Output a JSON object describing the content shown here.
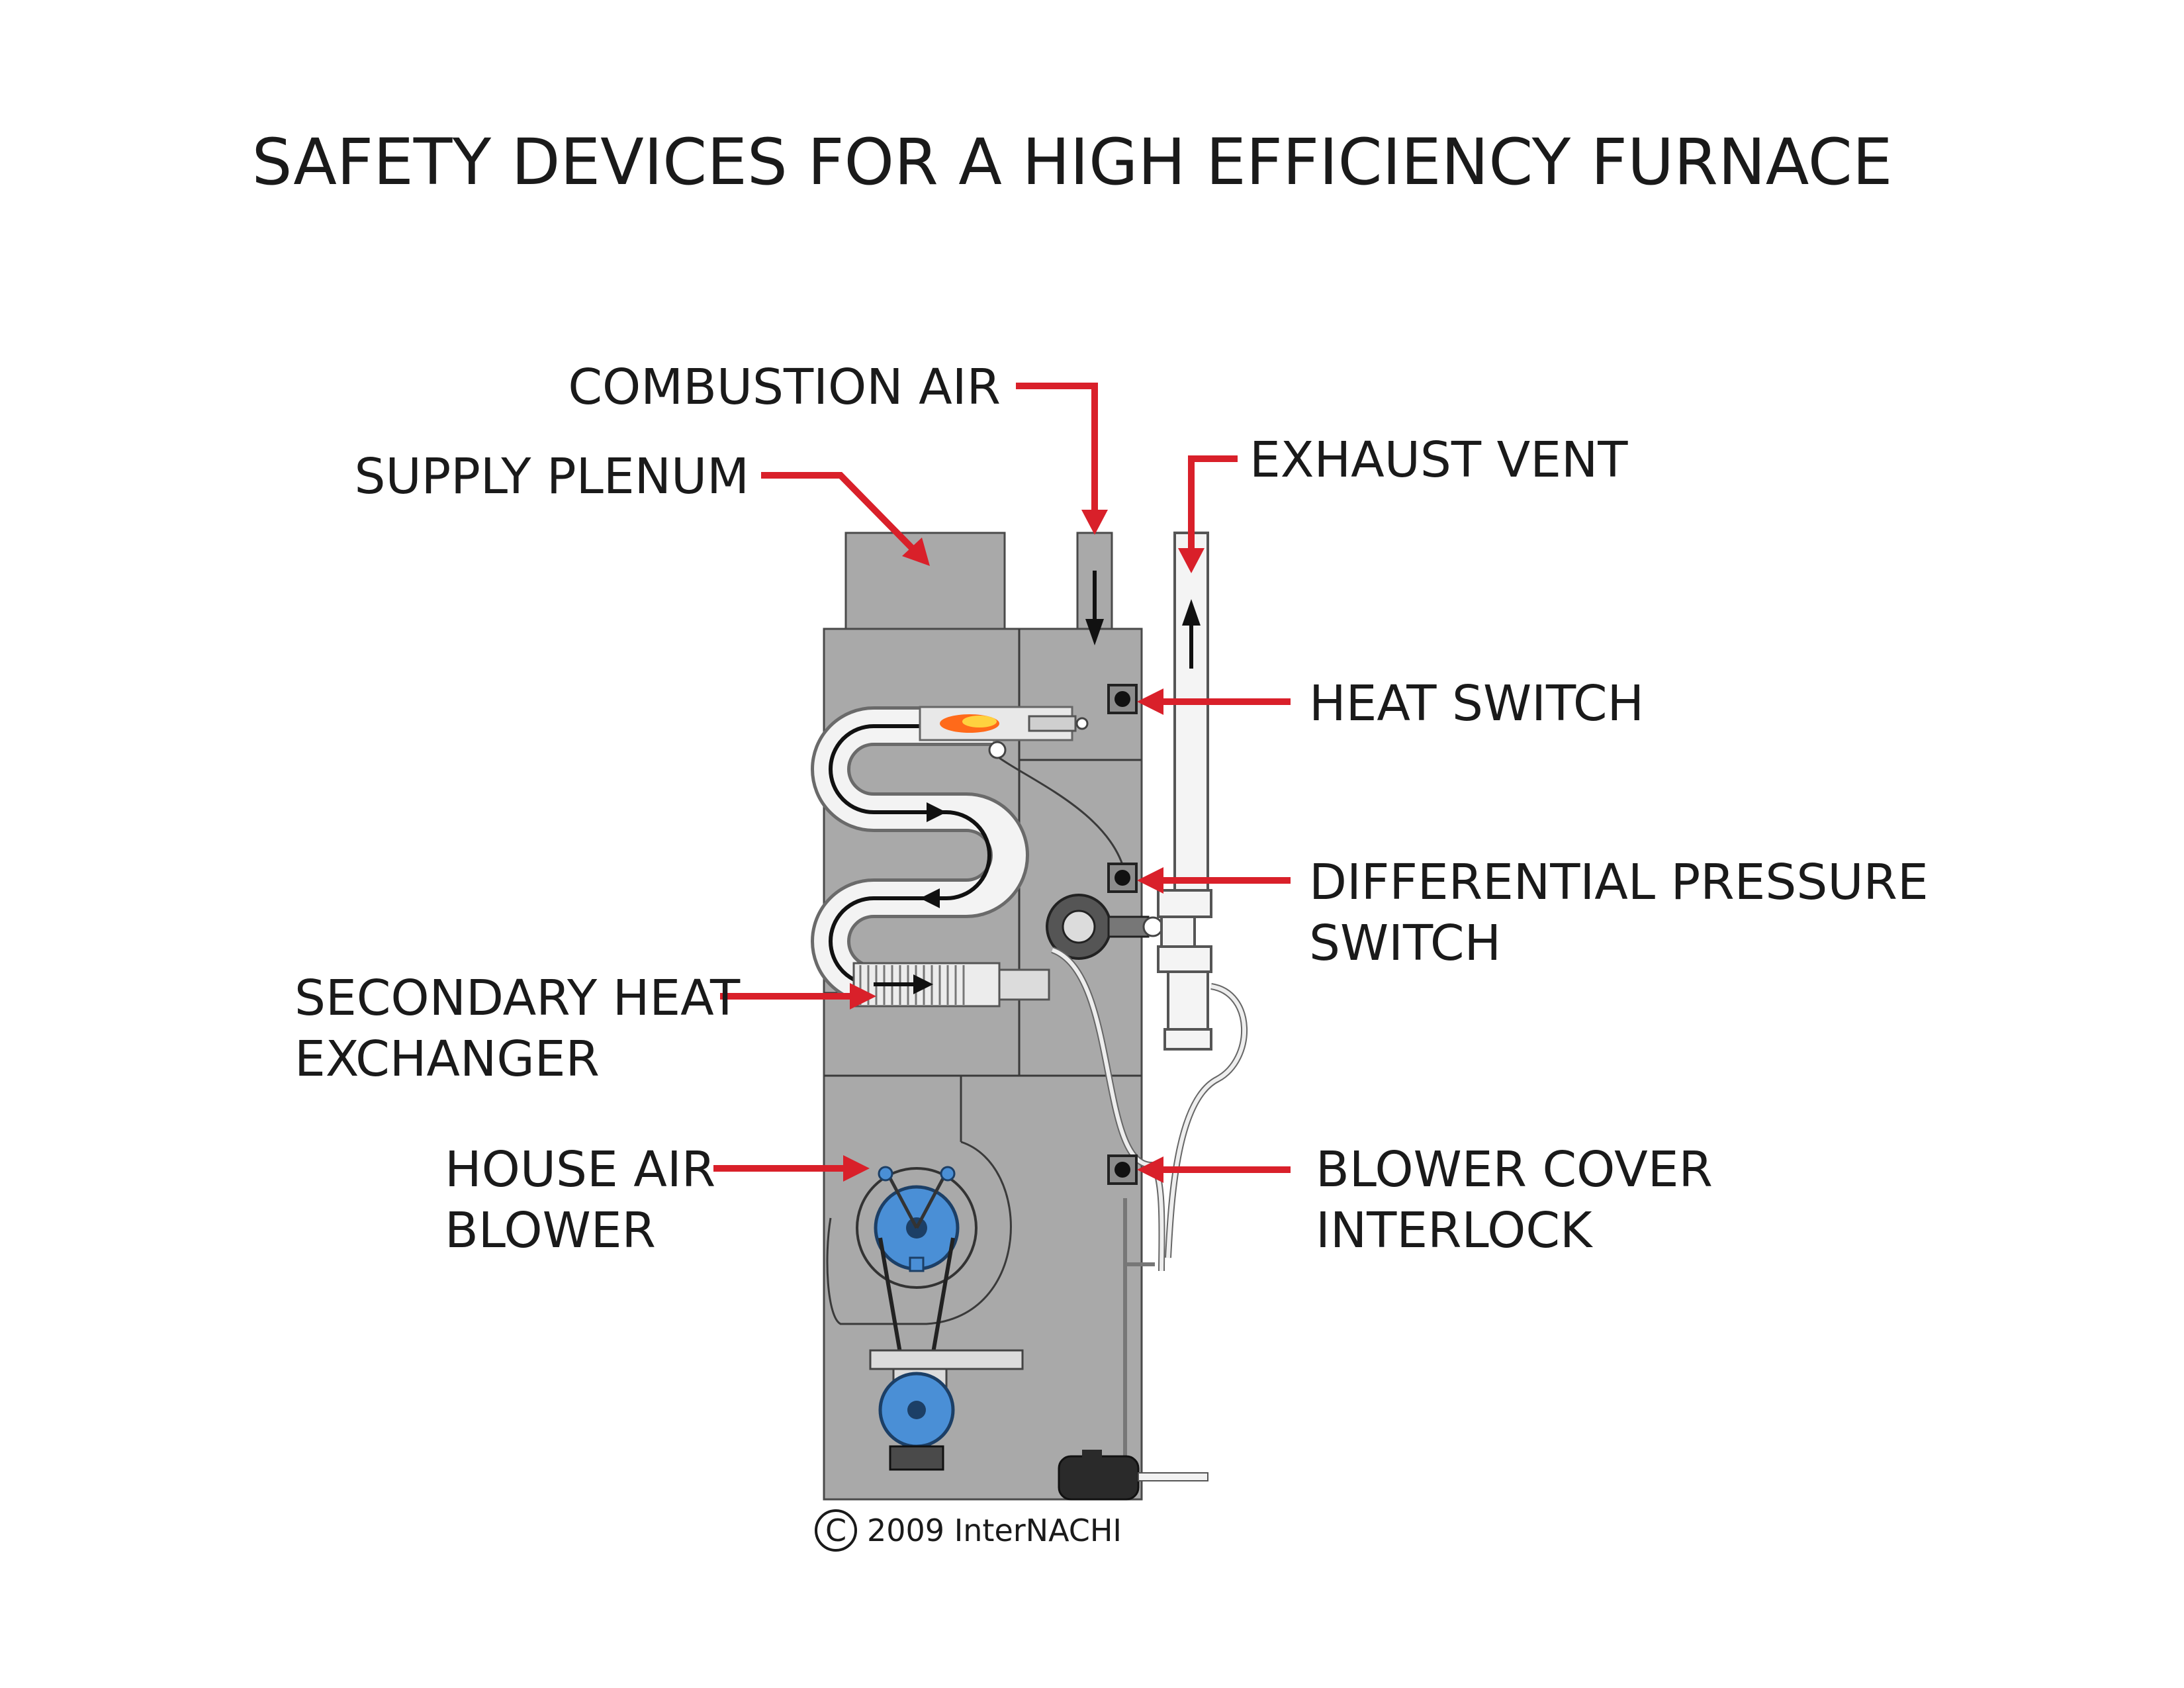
{
  "title": "SAFETY DEVICES FOR A HIGH EFFICIENCY FURNACE",
  "labels": {
    "combustion_air": "COMBUSTION AIR",
    "supply_plenum": "SUPPLY PLENUM",
    "exhaust_vent": "EXHAUST VENT",
    "heat_switch": "HEAT SWITCH",
    "differential_pressure_switch": [
      "DIFFERENTIAL PRESSURE",
      "SWITCH"
    ],
    "secondary_heat_exchanger": [
      "SECONDARY HEAT",
      "EXCHANGER"
    ],
    "house_air_blower": [
      "HOUSE AIR",
      "BLOWER"
    ],
    "blower_cover_interlock": [
      "BLOWER COVER",
      "INTERLOCK"
    ]
  },
  "copyright": {
    "symbol": "C",
    "text": "2009  InterNACHI"
  },
  "colors": {
    "callout_arrow": "#d9202a",
    "cabinet": "#a9a9a9",
    "motor": "#4a8fd6",
    "text": "#1a1a1a"
  }
}
